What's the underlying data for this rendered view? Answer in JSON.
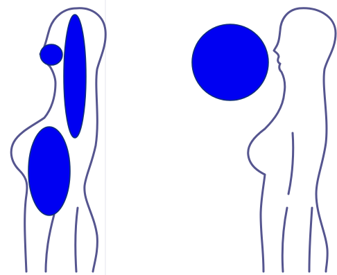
{
  "colors": {
    "outline": "#55558f",
    "fill": "#0000f2",
    "fill_stroke": "#10307a",
    "background": "#ffffff",
    "frame_line": "#e6e6ee"
  },
  "figures": [
    {
      "name": "left-silhouette",
      "facing": "left",
      "markers": [
        "small-head-circle",
        "tall-neck-ellipse",
        "torso-ellipse"
      ]
    },
    {
      "name": "right-silhouette",
      "facing": "left",
      "markers": [
        "large-circle-in-front-of-face"
      ]
    }
  ]
}
